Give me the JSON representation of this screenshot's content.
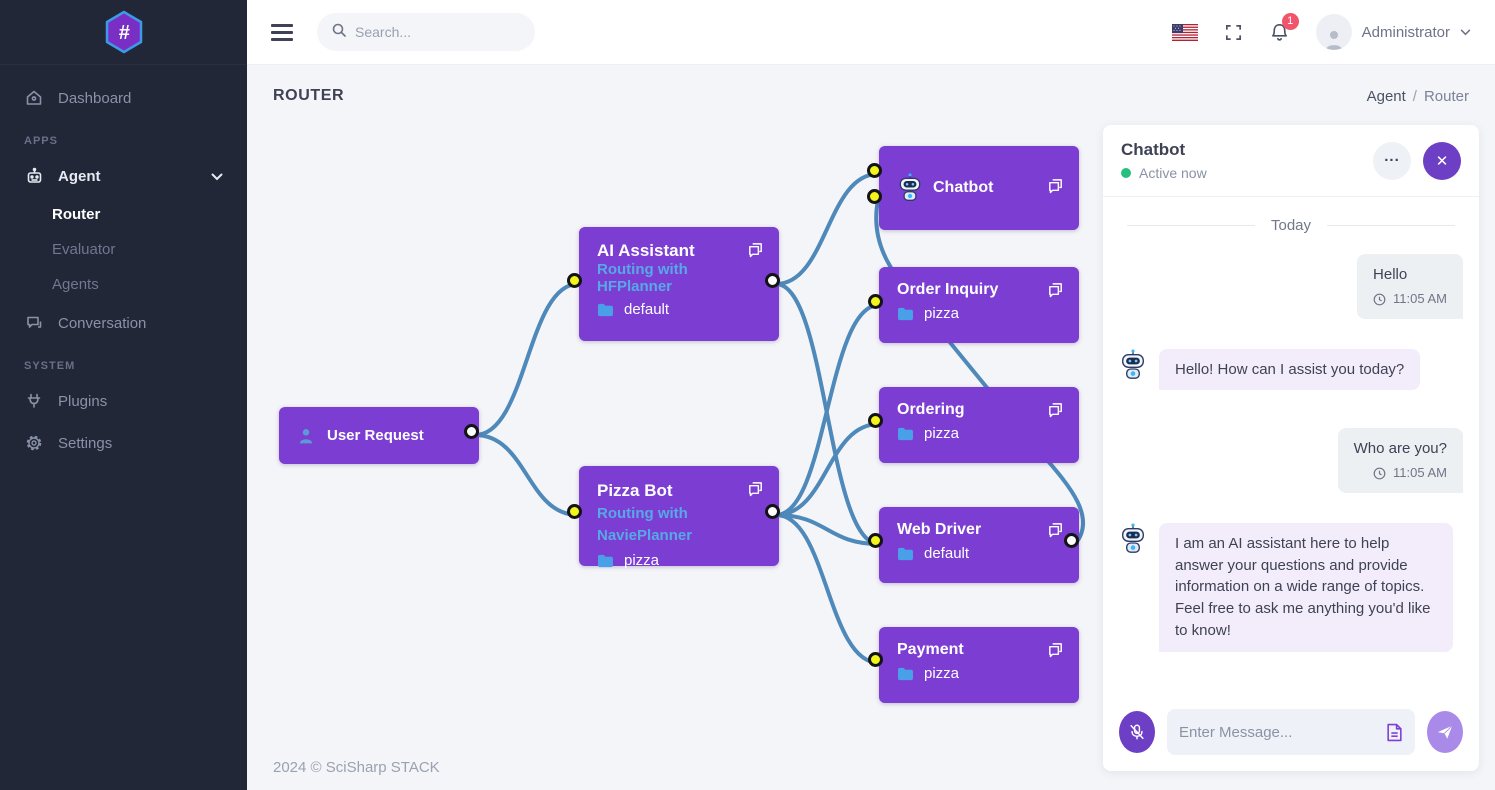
{
  "brand": {
    "logo_glyph": "#"
  },
  "topbar": {
    "search_placeholder": "Search...",
    "notification_count": "1",
    "user_name": "Administrator"
  },
  "sidebar": {
    "dashboard": "Dashboard",
    "apps_section": "APPS",
    "agent": "Agent",
    "router": "Router",
    "evaluator": "Evaluator",
    "agents": "Agents",
    "conversation": "Conversation",
    "system_section": "SYSTEM",
    "plugins": "Plugins",
    "settings": "Settings"
  },
  "page": {
    "title": "ROUTER",
    "breadcrumb_parent": "Agent",
    "breadcrumb_separator": "/",
    "breadcrumb_current": "Router",
    "footer": "2024 © SciSharp STACK"
  },
  "flow": {
    "user_request": {
      "title": "User Request"
    },
    "ai_assistant": {
      "title": "AI Assistant",
      "subtitle": "Routing with HFPlanner",
      "folder": "default"
    },
    "pizza_bot": {
      "title": "Pizza Bot",
      "subtitle": "Routing with NaviePlanner",
      "folder": "pizza"
    },
    "chatbot": {
      "title": "Chatbot"
    },
    "order_inquiry": {
      "title": "Order Inquiry",
      "folder": "pizza"
    },
    "ordering": {
      "title": "Ordering",
      "folder": "pizza"
    },
    "web_driver": {
      "title": "Web Driver",
      "folder": "default"
    },
    "payment": {
      "title": "Payment",
      "folder": "pizza"
    }
  },
  "chat": {
    "title": "Chatbot",
    "status": "Active now",
    "more_label": "...",
    "close_label": "✕",
    "day_divider": "Today",
    "messages": [
      {
        "side": "right",
        "text": "Hello",
        "time": "11:05 AM"
      },
      {
        "side": "left",
        "text": "Hello! How can I assist you today?"
      },
      {
        "side": "right",
        "text": "Who are you?",
        "time": "11:05 AM"
      },
      {
        "side": "left",
        "text": "I am an AI assistant here to help answer your questions and provide information on a wide range of topics. Feel free to ask me anything you'd like to know!"
      }
    ],
    "input_placeholder": "Enter Message..."
  },
  "colors": {
    "node_purple": "#7c3dd3",
    "edge_blue": "#4e89ba",
    "handle_yellow": "#f2f41c",
    "accent_purple": "#6d3fc4",
    "status_green": "#26bf7e",
    "badge_red": "#f1556c"
  }
}
